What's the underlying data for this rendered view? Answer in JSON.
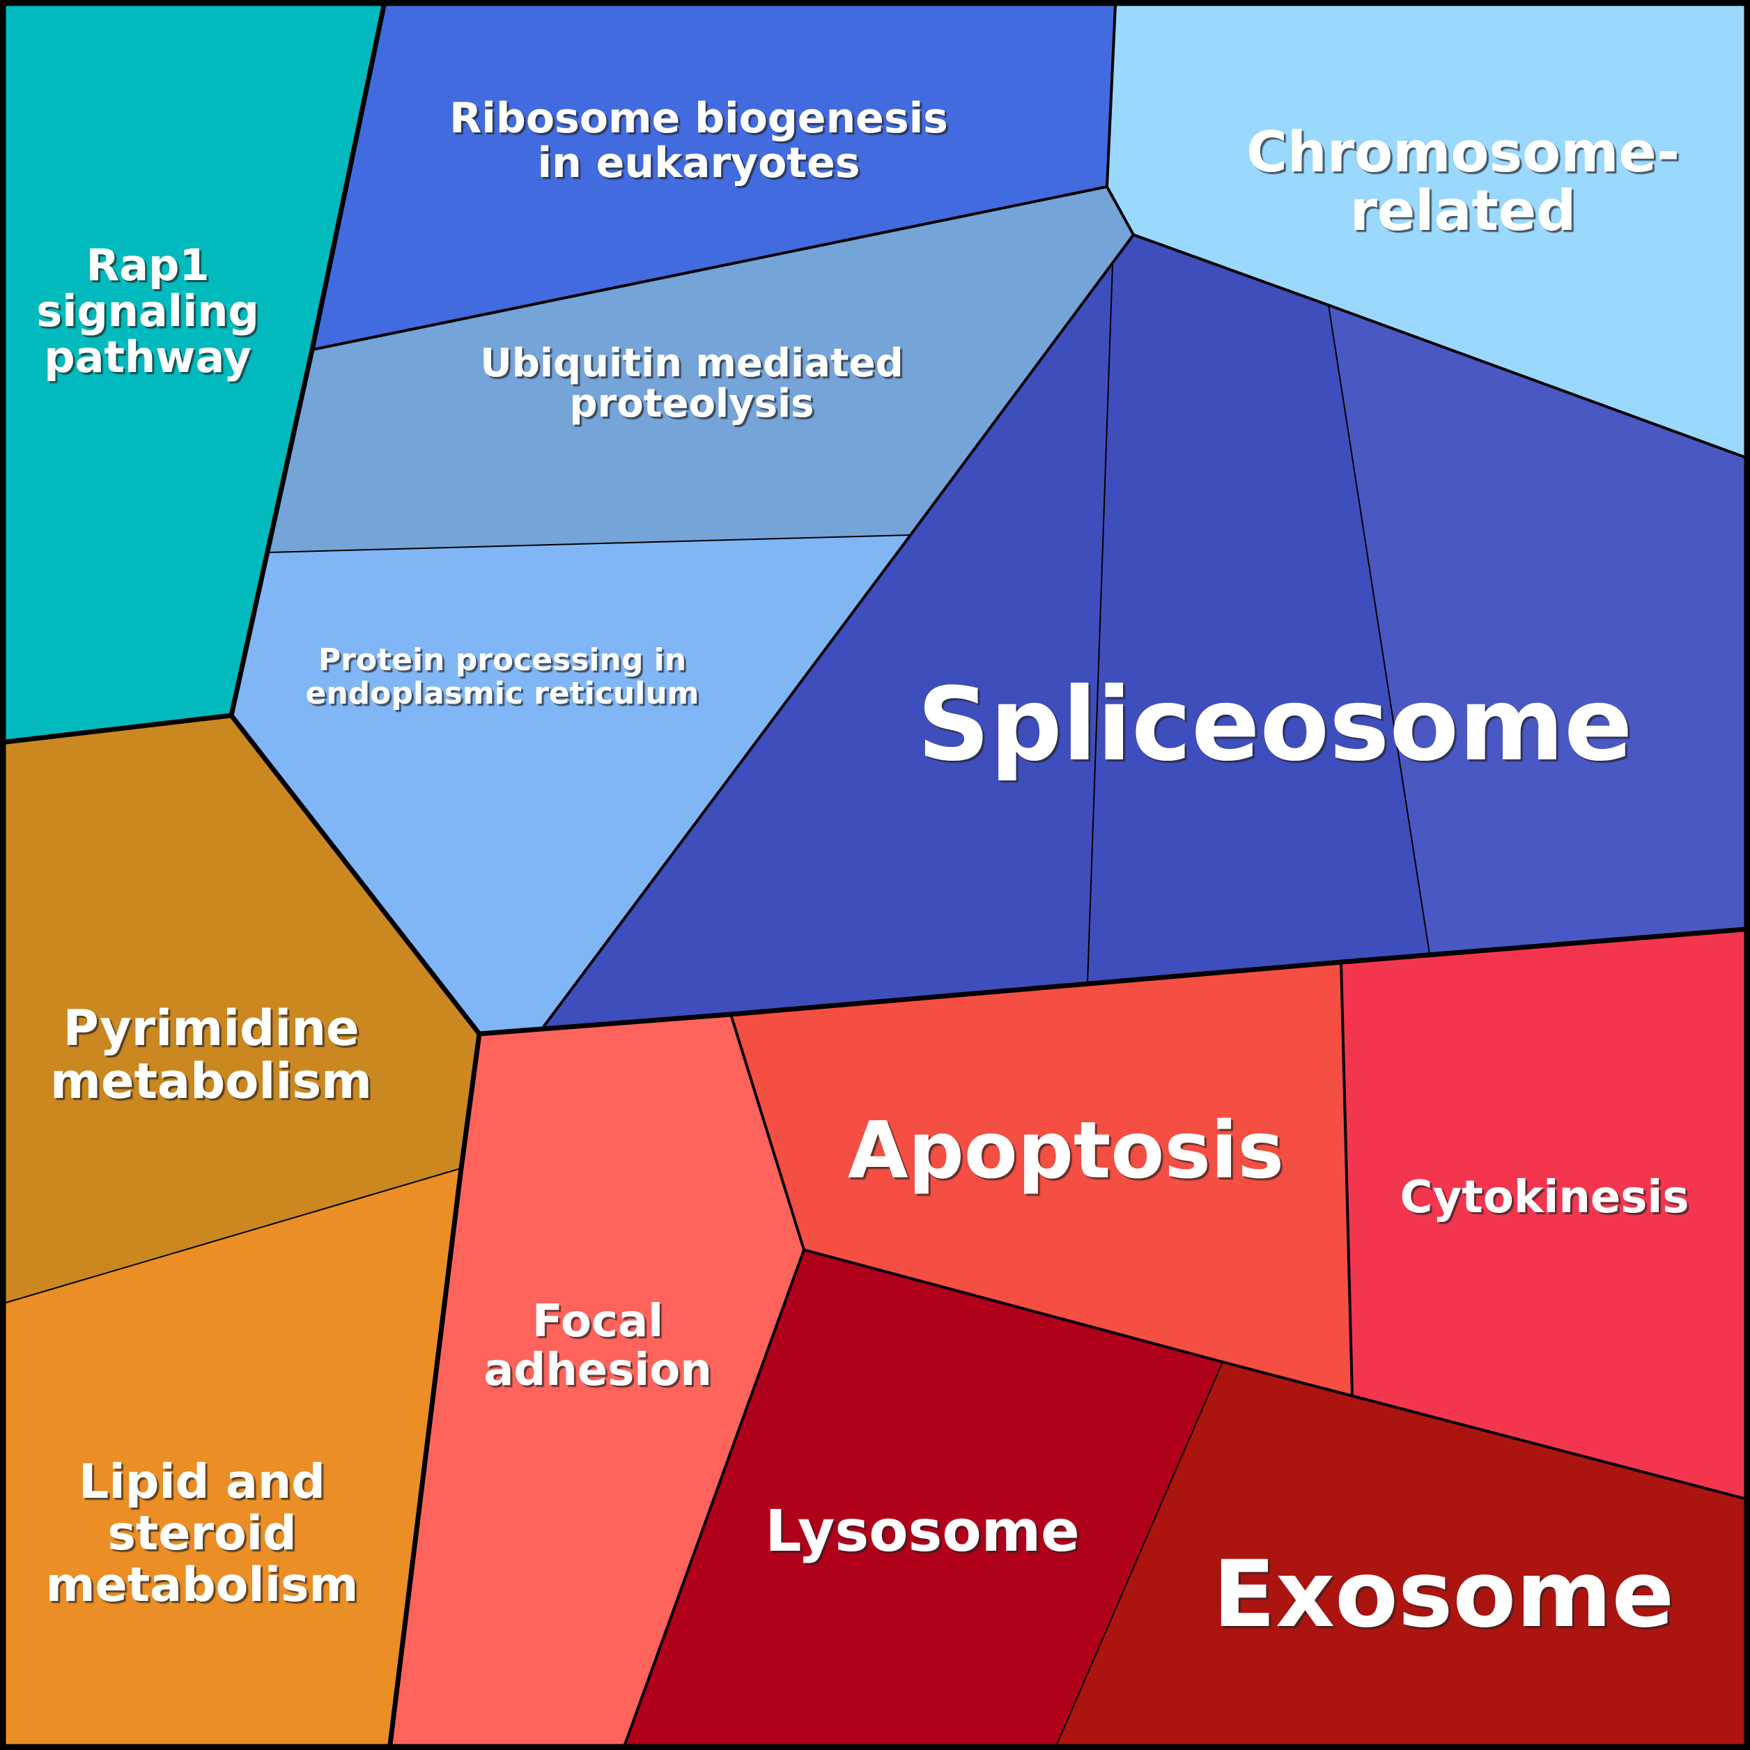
{
  "title": "Voronoi treemap of enriched KEGG pathways",
  "cells": [
    {
      "id": "rap1",
      "lines": [
        "Rap1",
        "signaling",
        "pathway"
      ],
      "color": "#00BABD",
      "group": "cyan"
    },
    {
      "id": "ribosome",
      "lines": [
        "Ribosome biogenesis",
        "in eukaryotes"
      ],
      "color": "#426BDF",
      "group": "blue"
    },
    {
      "id": "chromosome",
      "lines": [
        "Chromosome-",
        "related"
      ],
      "color": "#9AD8FE",
      "group": "blue"
    },
    {
      "id": "ubiquitin",
      "lines": [
        "Ubiquitin mediated",
        "proteolysis"
      ],
      "color": "#74A4D8",
      "group": "blue"
    },
    {
      "id": "protein-processing",
      "lines": [
        "Protein processing in",
        "endoplasmic reticulum"
      ],
      "color": "#80B6F6",
      "group": "blue"
    },
    {
      "id": "spliceosome",
      "lines": [
        "Spliceosome"
      ],
      "color": "#3F4EBD",
      "group": "blue"
    },
    {
      "id": "pyrimidine",
      "lines": [
        "Pyrimidine",
        "metabolism"
      ],
      "color": "#CB8820",
      "group": "orange"
    },
    {
      "id": "lipid",
      "lines": [
        "Lipid and",
        "steroid",
        "metabolism"
      ],
      "color": "#EA8E25",
      "group": "orange"
    },
    {
      "id": "focal-adhesion",
      "lines": [
        "Focal",
        "adhesion"
      ],
      "color": "#FE645C",
      "group": "red"
    },
    {
      "id": "apoptosis",
      "lines": [
        "Apoptosis"
      ],
      "color": "#F54E42",
      "group": "red"
    },
    {
      "id": "cytokinesis",
      "lines": [
        "Cytokinesis"
      ],
      "color": "#F3364E",
      "group": "red"
    },
    {
      "id": "lysosome",
      "lines": [
        "Lysosome"
      ],
      "color": "#B1001A",
      "group": "red"
    },
    {
      "id": "exosome",
      "lines": [
        "Exosome"
      ],
      "color": "#AC1410",
      "group": "red"
    }
  ],
  "spliceosome_subcell_colors": [
    "#3F4EBD",
    "#3F4EBD",
    "#4A58C4"
  ],
  "border_color": "#000000"
}
